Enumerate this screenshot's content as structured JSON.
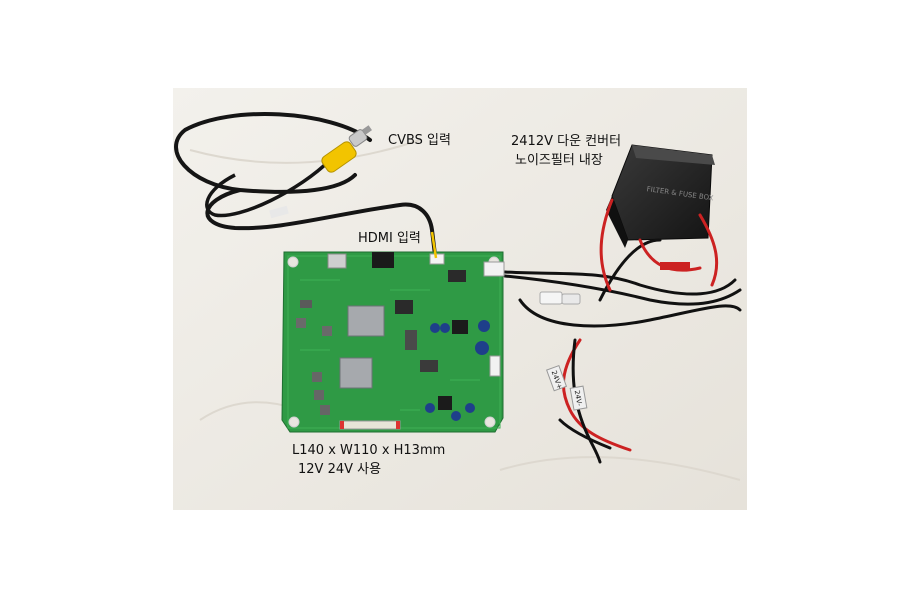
{
  "labels": {
    "cvbs": "CVBS 입력",
    "hdmi": "HDMI 입력",
    "converter_line1": "2412V 다운 컨버터",
    "converter_line2": "노이즈필터 내장",
    "dims_line1": "L140 x W110 x H13mm",
    "dims_line2": "12V 24V 사용"
  },
  "device_text": {
    "module_print": "FILTER & FUSE BOX",
    "wire_tag_pos": "24V+",
    "wire_tag_neg": "24V-"
  },
  "colors": {
    "background": "#ffffff",
    "cloth": "#efece6",
    "pcb": "#2f9a45",
    "converter_box": "#222222",
    "rca_plug": "#f2c400",
    "wire_black": "#111111",
    "wire_red": "#cc2222"
  }
}
